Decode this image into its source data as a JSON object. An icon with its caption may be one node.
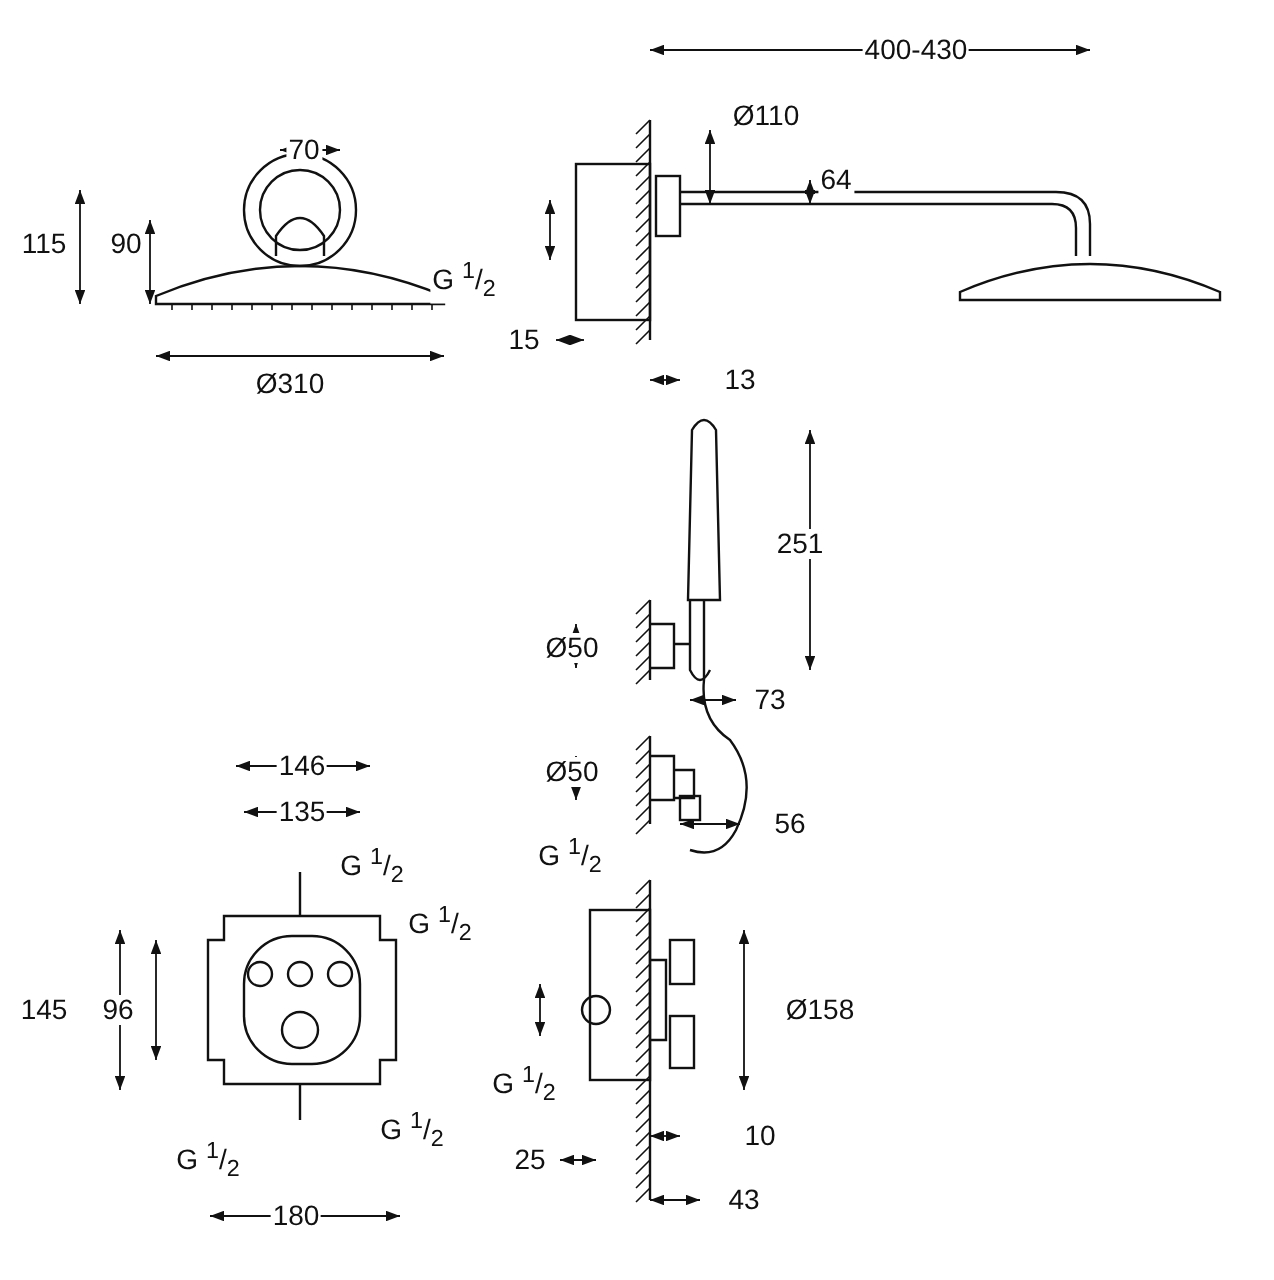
{
  "diagram": {
    "labels": [
      "70",
      "115",
      "90",
      "Ø310",
      "400-430",
      "Ø110",
      "64",
      "G $^{1}$/$_{2}$",
      "15",
      "13",
      "251",
      "Ø50",
      "73",
      "Ø50",
      "G $^{1}$/$_{2}$",
      "56",
      "146",
      "135",
      "G $^{1}$/$_{2}$",
      "G $^{1}$/$_{2}$",
      "145",
      "96",
      "Ø158",
      "G $^{1}$/$_{2}$",
      "G $^{1}$/$_{2}$",
      "G $^{1}$/$_{2}$",
      "25",
      "10",
      "43",
      "180"
    ]
  }
}
